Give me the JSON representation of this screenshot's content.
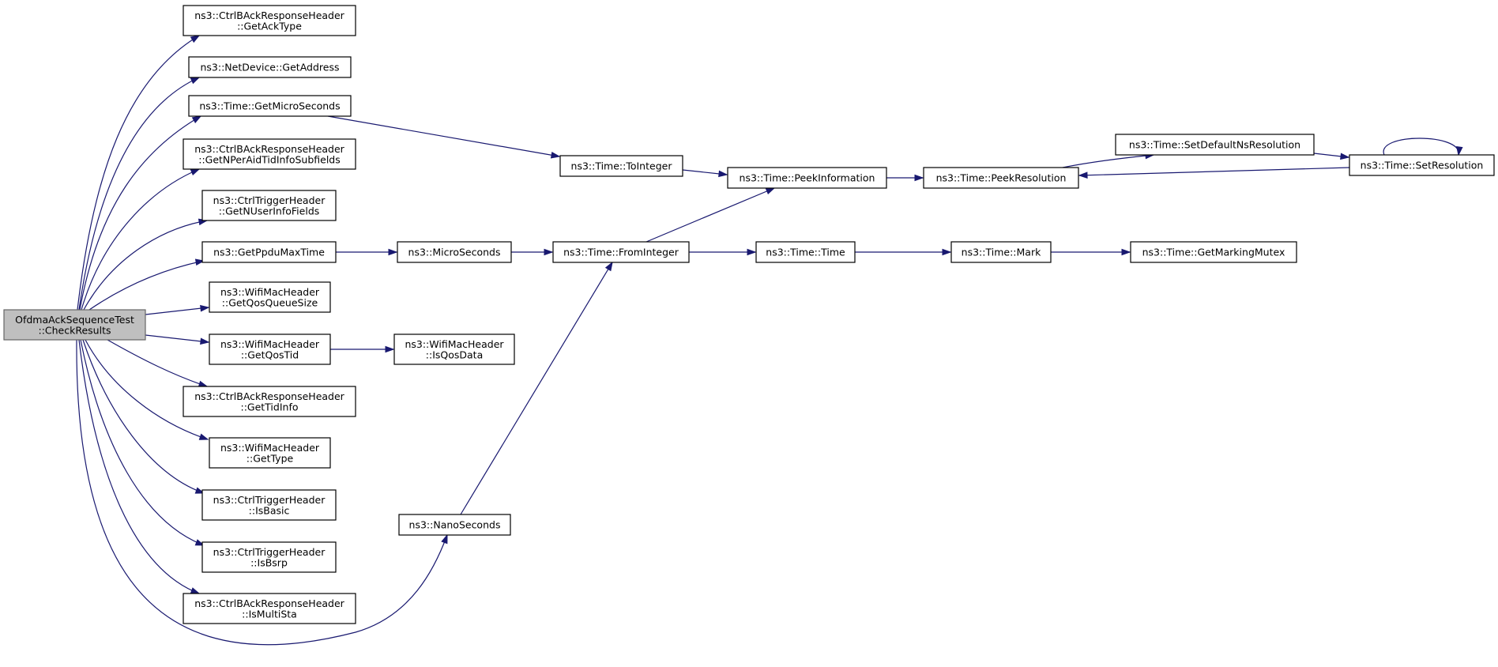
{
  "nodes": [
    {
      "id": "root",
      "lines": [
        "OfdmaAckSequenceTest",
        "::CheckResults"
      ]
    },
    {
      "id": "getAckType",
      "lines": [
        "ns3::CtrlBAckResponseHeader",
        "::GetAckType"
      ]
    },
    {
      "id": "getAddress",
      "lines": [
        "ns3::NetDevice::GetAddress"
      ]
    },
    {
      "id": "getMicroSeconds",
      "lines": [
        "ns3::Time::GetMicroSeconds"
      ]
    },
    {
      "id": "getNPerAid",
      "lines": [
        "ns3::CtrlBAckResponseHeader",
        "::GetNPerAidTidInfoSubfields"
      ]
    },
    {
      "id": "getNUserInfo",
      "lines": [
        "ns3::CtrlTriggerHeader",
        "::GetNUserInfoFields"
      ]
    },
    {
      "id": "getPpduMaxTime",
      "lines": [
        "ns3::GetPpduMaxTime"
      ]
    },
    {
      "id": "getQosQueueSize",
      "lines": [
        "ns3::WifiMacHeader",
        "::GetQosQueueSize"
      ]
    },
    {
      "id": "getQosTid",
      "lines": [
        "ns3::WifiMacHeader",
        "::GetQosTid"
      ]
    },
    {
      "id": "getTidInfo",
      "lines": [
        "ns3::CtrlBAckResponseHeader",
        "::GetTidInfo"
      ]
    },
    {
      "id": "getType",
      "lines": [
        "ns3::WifiMacHeader",
        "::GetType"
      ]
    },
    {
      "id": "isBasic",
      "lines": [
        "ns3::CtrlTriggerHeader",
        "::IsBasic"
      ]
    },
    {
      "id": "isBsrp",
      "lines": [
        "ns3::CtrlTriggerHeader",
        "::IsBsrp"
      ]
    },
    {
      "id": "isMultiSta",
      "lines": [
        "ns3::CtrlBAckResponseHeader",
        "::IsMultiSta"
      ]
    },
    {
      "id": "toInteger",
      "lines": [
        "ns3::Time::ToInteger"
      ]
    },
    {
      "id": "microSeconds",
      "lines": [
        "ns3::MicroSeconds"
      ]
    },
    {
      "id": "isQosData",
      "lines": [
        "ns3::WifiMacHeader",
        "::IsQosData"
      ]
    },
    {
      "id": "nanoSeconds",
      "lines": [
        "ns3::NanoSeconds"
      ]
    },
    {
      "id": "peekInformation",
      "lines": [
        "ns3::Time::PeekInformation"
      ]
    },
    {
      "id": "fromInteger",
      "lines": [
        "ns3::Time::FromInteger"
      ]
    },
    {
      "id": "peekResolution",
      "lines": [
        "ns3::Time::PeekResolution"
      ]
    },
    {
      "id": "timeTime",
      "lines": [
        "ns3::Time::Time"
      ]
    },
    {
      "id": "setDefaultNsResolution",
      "lines": [
        "ns3::Time::SetDefaultNsResolution"
      ]
    },
    {
      "id": "mark",
      "lines": [
        "ns3::Time::Mark"
      ]
    },
    {
      "id": "setResolution",
      "lines": [
        "ns3::Time::SetResolution"
      ]
    },
    {
      "id": "getMarkingMutex",
      "lines": [
        "ns3::Time::GetMarkingMutex"
      ]
    }
  ],
  "edges": [
    {
      "from": "root",
      "to": "getAckType"
    },
    {
      "from": "root",
      "to": "getAddress"
    },
    {
      "from": "root",
      "to": "getMicroSeconds"
    },
    {
      "from": "root",
      "to": "getNPerAid"
    },
    {
      "from": "root",
      "to": "getNUserInfo"
    },
    {
      "from": "root",
      "to": "getPpduMaxTime"
    },
    {
      "from": "root",
      "to": "getQosQueueSize"
    },
    {
      "from": "root",
      "to": "getQosTid"
    },
    {
      "from": "root",
      "to": "getTidInfo"
    },
    {
      "from": "root",
      "to": "getType"
    },
    {
      "from": "root",
      "to": "isBasic"
    },
    {
      "from": "root",
      "to": "isBsrp"
    },
    {
      "from": "root",
      "to": "isMultiSta"
    },
    {
      "from": "root",
      "to": "nanoSeconds"
    },
    {
      "from": "getMicroSeconds",
      "to": "toInteger"
    },
    {
      "from": "getPpduMaxTime",
      "to": "microSeconds"
    },
    {
      "from": "getQosTid",
      "to": "isQosData"
    },
    {
      "from": "toInteger",
      "to": "peekInformation"
    },
    {
      "from": "microSeconds",
      "to": "fromInteger"
    },
    {
      "from": "nanoSeconds",
      "to": "fromInteger"
    },
    {
      "from": "fromInteger",
      "to": "peekInformation"
    },
    {
      "from": "fromInteger",
      "to": "timeTime"
    },
    {
      "from": "peekInformation",
      "to": "peekResolution"
    },
    {
      "from": "peekResolution",
      "to": "setDefaultNsResolution"
    },
    {
      "from": "setDefaultNsResolution",
      "to": "setResolution"
    },
    {
      "from": "setResolution",
      "to": "peekResolution"
    },
    {
      "from": "setResolution",
      "to": "setResolution"
    },
    {
      "from": "timeTime",
      "to": "mark"
    },
    {
      "from": "mark",
      "to": "getMarkingMutex"
    }
  ]
}
